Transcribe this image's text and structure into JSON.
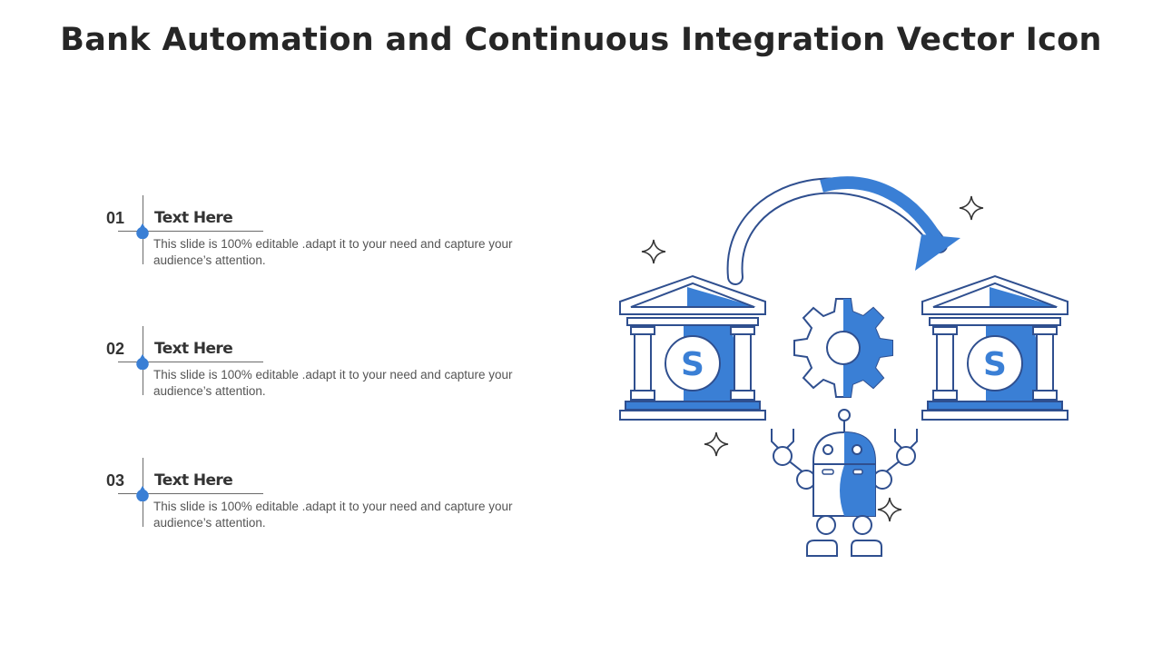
{
  "title": "Bank Automation and Continuous Integration Vector Icon",
  "items": [
    {
      "num": "01",
      "heading": "Text Here",
      "text": "This slide is 100% editable .adapt it to your need and capture your audience’s attention."
    },
    {
      "num": "02",
      "heading": "Text Here",
      "text": "This slide is 100% editable .adapt it to your need and capture your audience’s attention."
    },
    {
      "num": "03",
      "heading": "Text Here",
      "text": "This slide is 100% editable .adapt it to your need and capture your audience’s attention."
    }
  ],
  "colors": {
    "accent": "#3a7fd5",
    "outline": "#2f4f8f",
    "text": "#555555"
  },
  "illustration": {
    "icons": [
      "bank-icon",
      "bank-icon",
      "gear-icon",
      "robot-icon",
      "curved-arrow-icon",
      "sparkle-icon"
    ],
    "currency_symbol": "S"
  }
}
